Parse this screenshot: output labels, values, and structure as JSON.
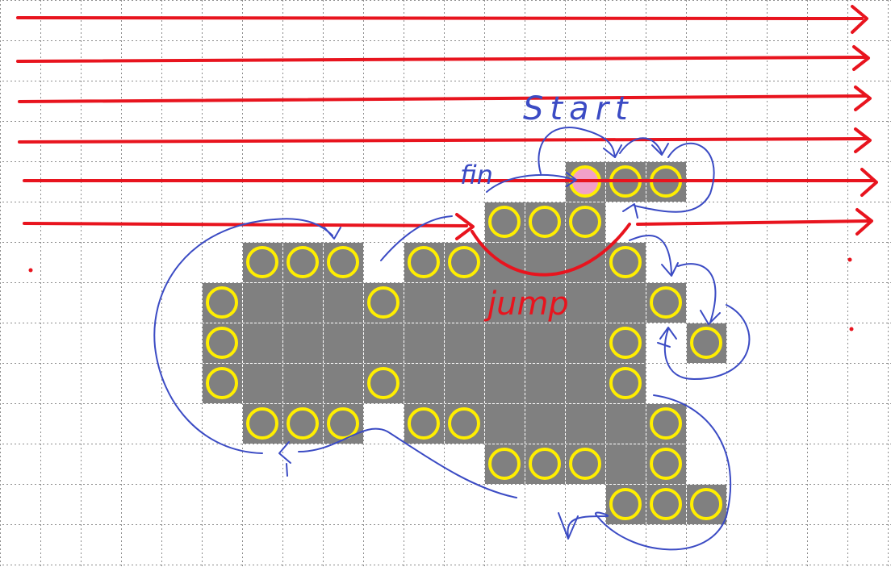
{
  "annotations": {
    "start_label": "Start",
    "fin_label": "fin",
    "jump_label": "jump"
  },
  "colors": {
    "background": "#ffffff",
    "grid": "#8c8c8c",
    "tile": "#808080",
    "circle": "#ffee00",
    "start_fill": "#f2a0c8",
    "red_stroke": "#e8141e",
    "blue_stroke": "#3b4bc4"
  },
  "board": {
    "tiles": [
      [
        14,
        4
      ],
      [
        15,
        4
      ],
      [
        16,
        4
      ],
      [
        12,
        5
      ],
      [
        13,
        5
      ],
      [
        14,
        5
      ],
      [
        6,
        6
      ],
      [
        7,
        6
      ],
      [
        8,
        6
      ],
      [
        10,
        6
      ],
      [
        11,
        6
      ],
      [
        12,
        6
      ],
      [
        13,
        6
      ],
      [
        14,
        6
      ],
      [
        15,
        6
      ],
      [
        5,
        7
      ],
      [
        6,
        7
      ],
      [
        7,
        7
      ],
      [
        8,
        7
      ],
      [
        9,
        7
      ],
      [
        10,
        7
      ],
      [
        11,
        7
      ],
      [
        12,
        7
      ],
      [
        13,
        7
      ],
      [
        14,
        7
      ],
      [
        15,
        7
      ],
      [
        16,
        7
      ],
      [
        5,
        8
      ],
      [
        6,
        8
      ],
      [
        7,
        8
      ],
      [
        8,
        8
      ],
      [
        9,
        8
      ],
      [
        10,
        8
      ],
      [
        11,
        8
      ],
      [
        12,
        8
      ],
      [
        13,
        8
      ],
      [
        14,
        8
      ],
      [
        15,
        8
      ],
      [
        17,
        8
      ],
      [
        5,
        9
      ],
      [
        6,
        9
      ],
      [
        7,
        9
      ],
      [
        8,
        9
      ],
      [
        9,
        9
      ],
      [
        10,
        9
      ],
      [
        11,
        9
      ],
      [
        12,
        9
      ],
      [
        13,
        9
      ],
      [
        14,
        9
      ],
      [
        15,
        9
      ],
      [
        6,
        10
      ],
      [
        7,
        10
      ],
      [
        8,
        10
      ],
      [
        10,
        10
      ],
      [
        11,
        10
      ],
      [
        12,
        10
      ],
      [
        13,
        10
      ],
      [
        14,
        10
      ],
      [
        15,
        10
      ],
      [
        16,
        10
      ],
      [
        12,
        11
      ],
      [
        13,
        11
      ],
      [
        14,
        11
      ],
      [
        15,
        11
      ],
      [
        16,
        11
      ],
      [
        15,
        12
      ],
      [
        16,
        12
      ],
      [
        17,
        12
      ]
    ],
    "circles": [
      [
        14,
        4
      ],
      [
        15,
        4
      ],
      [
        16,
        4
      ],
      [
        12,
        5
      ],
      [
        13,
        5
      ],
      [
        14,
        5
      ],
      [
        6,
        6
      ],
      [
        7,
        6
      ],
      [
        8,
        6
      ],
      [
        10,
        6
      ],
      [
        11,
        6
      ],
      [
        15,
        6
      ],
      [
        5,
        7
      ],
      [
        9,
        7
      ],
      [
        16,
        7
      ],
      [
        5,
        8
      ],
      [
        15,
        8
      ],
      [
        17,
        8
      ],
      [
        5,
        9
      ],
      [
        9,
        9
      ],
      [
        15,
        9
      ],
      [
        6,
        10
      ],
      [
        7,
        10
      ],
      [
        8,
        10
      ],
      [
        10,
        10
      ],
      [
        11,
        10
      ],
      [
        16,
        10
      ],
      [
        12,
        11
      ],
      [
        13,
        11
      ],
      [
        14,
        11
      ],
      [
        16,
        11
      ],
      [
        15,
        12
      ],
      [
        16,
        12
      ],
      [
        17,
        12
      ]
    ],
    "start_circle": [
      14,
      4
    ]
  }
}
